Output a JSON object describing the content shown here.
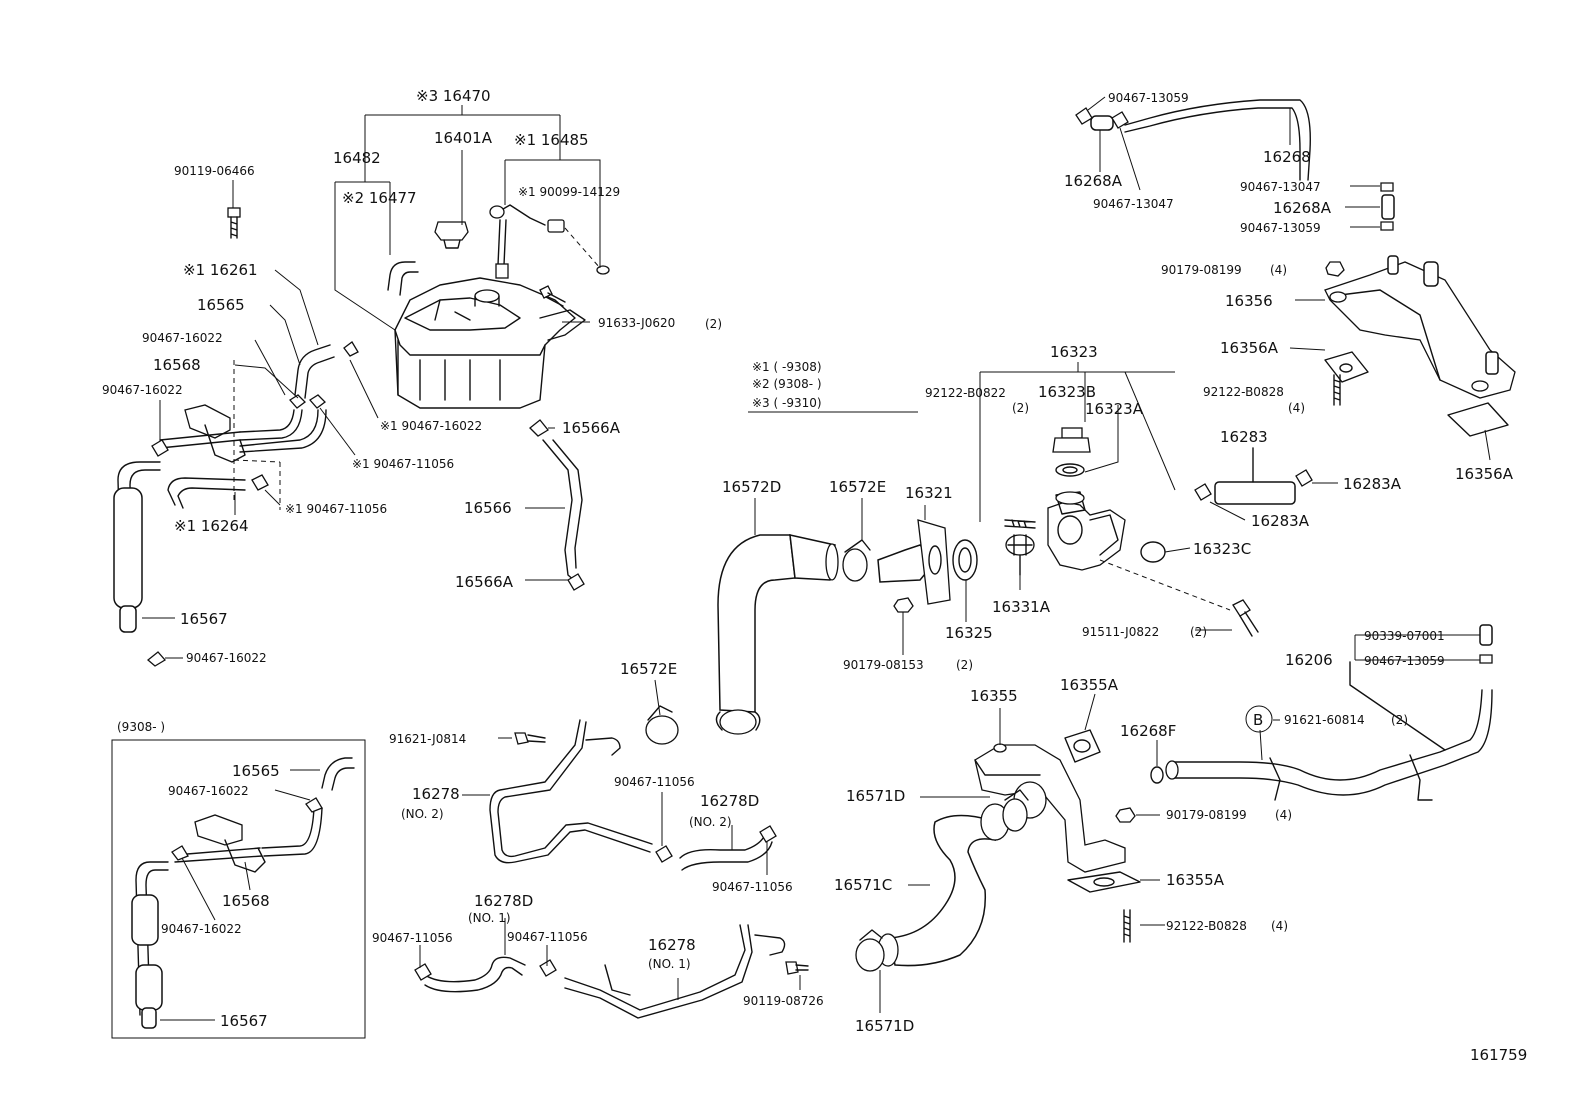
{
  "labels": {
    "s3_16470": "※3 16470",
    "p16482": "16482",
    "p16401A": "16401A",
    "s1_16485": "※1 16485",
    "p90119_06466": "90119-06466",
    "s2_16477": "※2 16477",
    "s1_90099_14129": "※1 90099-14129",
    "s1_16261": "※1 16261",
    "p91633_J0620": "91633-J0620",
    "q2a": "(2)",
    "p16565": "16565",
    "p90467_16022_a": "90467-16022",
    "p16568": "16568",
    "p90467_16022_b": "90467-16022",
    "s1_90467_16022": "※1 90467-16022",
    "p16566A_a": "16566A",
    "s1_90467_11056_a": "※1 90467-11056",
    "s1_90467_11056_b": "※1 90467-11056",
    "s1_16264": "※1 16264",
    "p16566": "16566",
    "p16566A_b": "16566A",
    "p16567_a": "16567",
    "p90467_16022_c": "90467-16022",
    "inset_title": "(9308-        )",
    "p16565_b": "16565",
    "p90467_16022_d": "90467-16022",
    "p16568_b": "16568",
    "p90467_16022_e": "90467-16022",
    "p16567_b": "16567",
    "p90467_13059_a": "90467-13059",
    "p16268": "16268",
    "p16268A_a": "16268A",
    "p90467_13047_a": "90467-13047",
    "p90467_13047_b": "90467-13047",
    "p16268A_b": "16268A",
    "p90467_13059_b": "90467-13059",
    "p90179_08199_a": "90179-08199",
    "q4a": "(4)",
    "p16356": "16356",
    "p16356A_a": "16356A",
    "p92122_B0828_a": "92122-B0828",
    "q4b": "(4)",
    "p16356A_b": "16356A",
    "legend1": "※1 (      -9308)",
    "legend2": "※2 (9308-        )",
    "legend3": "※3 (      -9310)",
    "p16323": "16323",
    "p92122_B0822": "92122-B0822",
    "q2b": "(2)",
    "p16323B": "16323B",
    "p16323A": "16323A",
    "p16283": "16283",
    "p16283A_a": "16283A",
    "p16283A_b": "16283A",
    "p16323C": "16323C",
    "p16572D": "16572D",
    "p16572E_a": "16572E",
    "p16321": "16321",
    "p16331A": "16331A",
    "p16325": "16325",
    "p91511_J0822": "91511-J0822",
    "q2c": "(2)",
    "p90179_08153": "90179-08153",
    "q2d": "(2)",
    "p90339_07001": "90339-07001",
    "p16206": "16206",
    "p90467_13059_c": "90467-13059",
    "p16572E_b": "16572E",
    "p16355": "16355",
    "p16355A_a": "16355A",
    "circle_b": "B",
    "p91621_60814": "91621-60814",
    "q2e": "(2)",
    "p16268F": "16268F",
    "p91621_J0814": "91621-J0814",
    "p16278_no2": "16278",
    "no2_a": "(NO. 2)",
    "p90467_11056_c": "90467-11056",
    "p16278D_no2": "16278D",
    "no2_b": "(NO. 2)",
    "p16571D_a": "16571D",
    "p90179_08199_b": "90179-08199",
    "q4c": "(4)",
    "p90467_11056_d": "90467-11056",
    "p16571C": "16571C",
    "p16355A_b": "16355A",
    "p16278D_no1": "16278D",
    "no1_a": "(NO. 1)",
    "p90467_11056_e": "90467-11056",
    "p90467_11056_f": "90467-11056",
    "p16278_no1": "16278",
    "no1_b": "(NO. 1)",
    "p92122_B0828_b": "92122-B0828",
    "q4d": "(4)",
    "p90119_08726": "90119-08726",
    "p16571D_b": "16571D",
    "diagram_no": "161759"
  }
}
